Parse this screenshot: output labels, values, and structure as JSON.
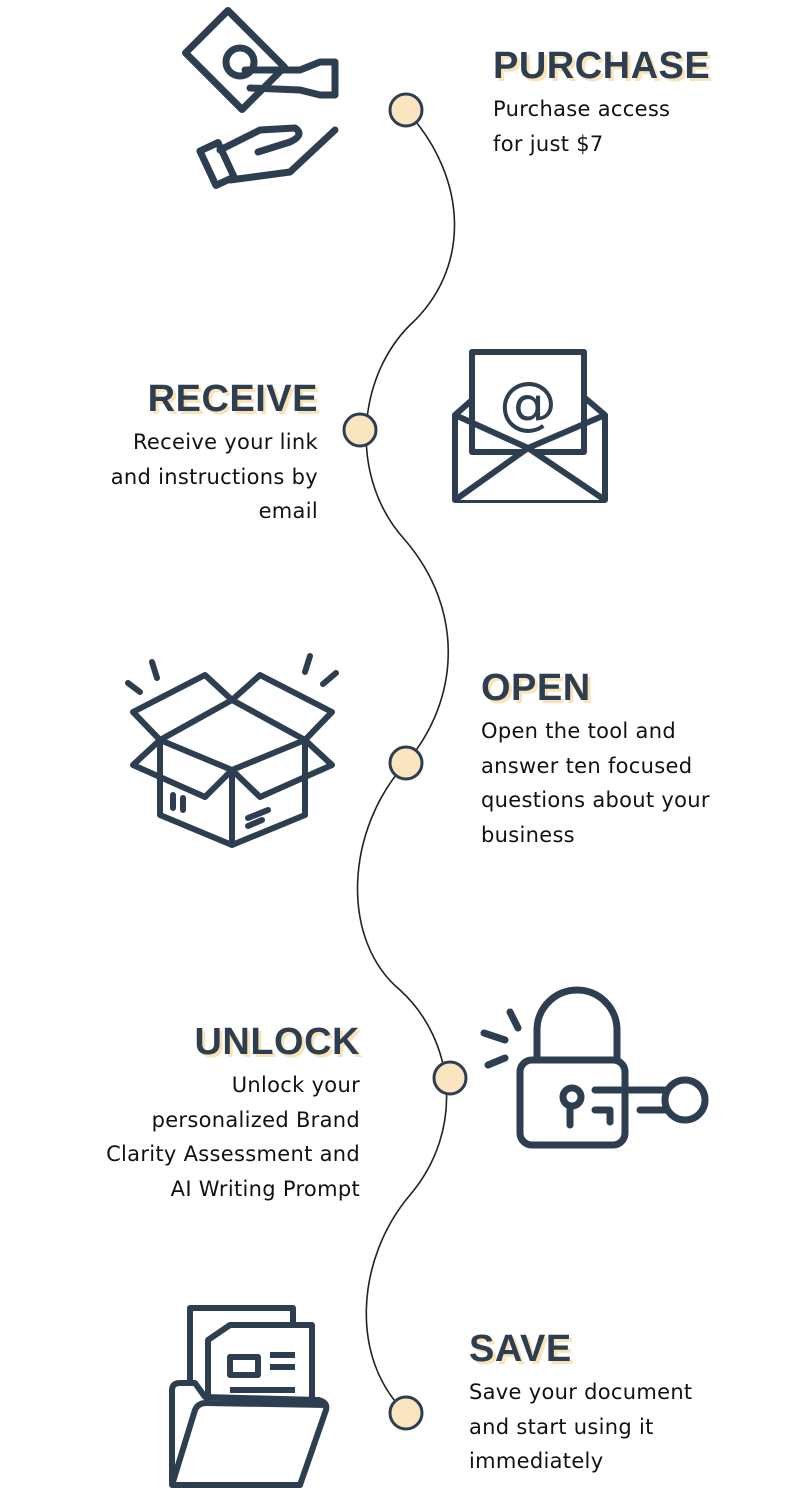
{
  "steps": [
    {
      "title": "PURCHASE",
      "lines": [
        "Purchase access",
        "for just $7"
      ],
      "icon": "money-hand-icon"
    },
    {
      "title": "RECEIVE",
      "lines": [
        "Receive your link",
        "and instructions by",
        "email"
      ],
      "icon": "email-envelope-icon"
    },
    {
      "title": "OPEN",
      "lines": [
        "Open the tool and",
        "answer ten focused",
        "questions about your",
        "business"
      ],
      "icon": "open-box-icon"
    },
    {
      "title": "UNLOCK",
      "lines": [
        "Unlock your",
        "personalized Brand",
        "Clarity Assessment and",
        "AI Writing Prompt"
      ],
      "icon": "unlock-key-icon"
    },
    {
      "title": "SAVE",
      "lines": [
        "Save your document",
        "and start using it",
        "immediately"
      ],
      "icon": "folder-document-icon"
    }
  ],
  "colors": {
    "heading": "#2d3e50",
    "accent": "#fbe3b8",
    "node_fill": "#fae5c0"
  }
}
